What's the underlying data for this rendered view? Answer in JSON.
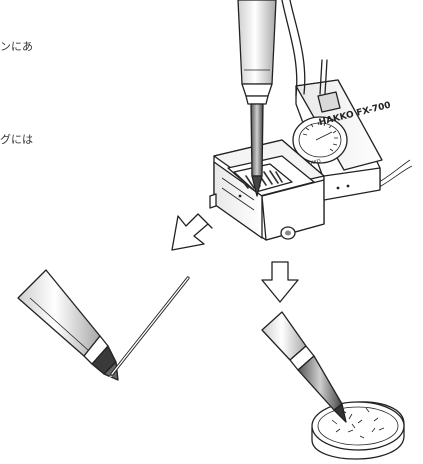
{
  "text_fragments": [
    "ンにあ",
    "グには"
  ],
  "station": {
    "brand_label": "HAKKO FX-700",
    "sub_label": "HAKKO"
  },
  "icons": [
    "soldering-iron-icon",
    "soldering-station-icon",
    "temperature-dial-icon",
    "cleaning-sponge-icon",
    "solder-wire-icon",
    "arrow-down-left-icon",
    "arrow-down-icon"
  ],
  "colors": {
    "ink": "#222222",
    "shade": "#9a9a9a",
    "dark": "#3a3a3a",
    "paper": "#ffffff"
  }
}
